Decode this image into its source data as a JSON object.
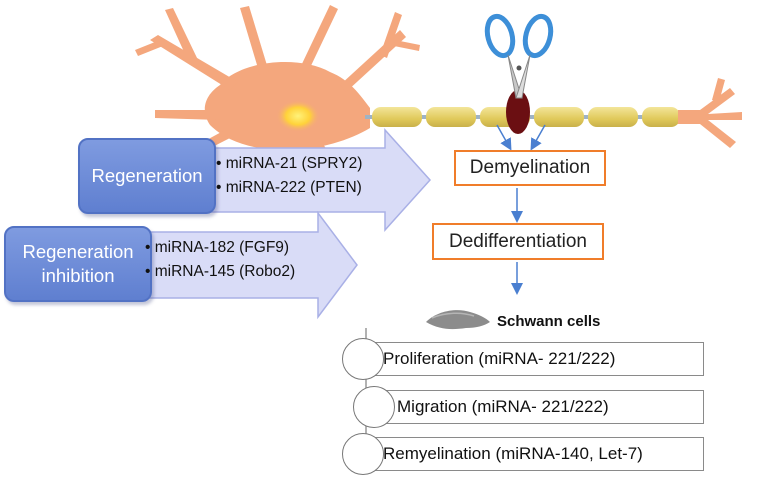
{
  "boxes": {
    "demyelination": "Demyelination",
    "dedifferentiation": "Dedifferentiation"
  },
  "regeneration": {
    "label": "Regeneration",
    "items": [
      "miRNA-21 (SPRY2)",
      "miRNA-222 (PTEN)"
    ]
  },
  "inhibition": {
    "label_line1": "Regeneration",
    "label_line2": "inhibition",
    "items": [
      "miRNA-182 (FGF9)",
      "miRNA-145 (Robo2)"
    ]
  },
  "schwann": {
    "title": "Schwann cells",
    "steps": [
      "Proliferation (miRNA- 221/222)",
      "Migration (miRNA- 221/222)",
      "Remyelination (miRNA-140, Let-7)"
    ]
  },
  "colors": {
    "neuron": "#f4a77d",
    "nucleus": "#ffd23a",
    "myelin": "#e3cf63",
    "box_border": "#f07d2a",
    "arrow_blue": "#4a7fd0",
    "process_arrow": "#d9dcf7",
    "lesion": "#6b0f12"
  },
  "icons": [
    "scissors-icon",
    "schwann-cell-icon"
  ]
}
